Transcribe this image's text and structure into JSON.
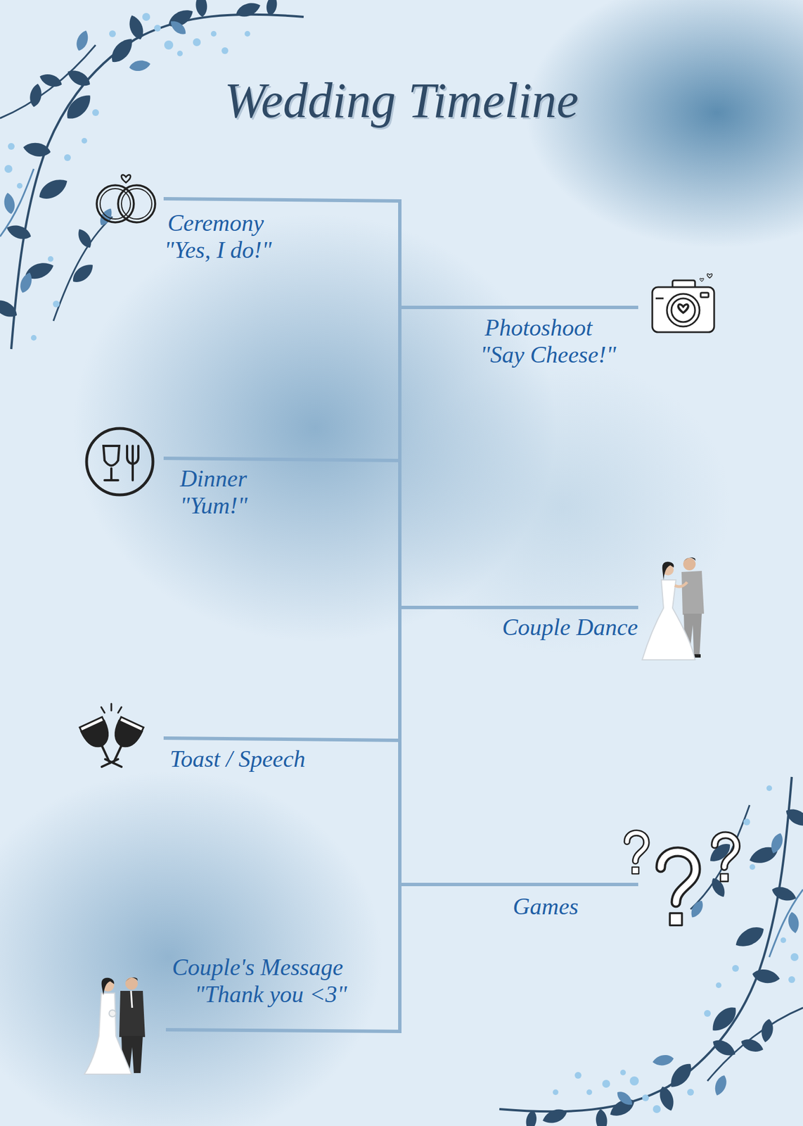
{
  "diagram": {
    "title": "Wedding Timeline",
    "nodes": [
      {
        "text": [
          "Ceremony",
          "\"Yes, I do!\""
        ]
      },
      {
        "text": [
          "Photoshoot",
          "\"Say Cheese!\""
        ]
      },
      {
        "text": [
          "Dinner",
          "\"Yum!\""
        ]
      },
      {
        "text": [
          "Couple Dance"
        ]
      },
      {
        "text": [
          "Toast / Speech"
        ]
      },
      {
        "text": [
          "Games"
        ]
      },
      {
        "text": [
          "Couple's Message",
          "\"Thank you <3\""
        ]
      }
    ]
  }
}
